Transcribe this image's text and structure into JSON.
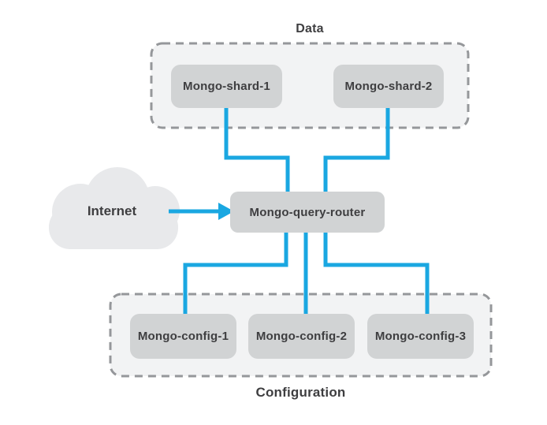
{
  "colors": {
    "accent_blue": "#1aa7e1",
    "node_fill": "#d1d3d4",
    "node_text": "#3e3e40",
    "group_fill": "#f2f3f4",
    "group_border": "#95979a",
    "cloud_fill": "#e8e9eb",
    "background": "#ffffff"
  },
  "groups": {
    "data": {
      "label": "Data",
      "nodes": [
        {
          "label": "Mongo-shard-1"
        },
        {
          "label": "Mongo-shard-2"
        }
      ]
    },
    "configuration": {
      "label": "Configuration",
      "nodes": [
        {
          "label": "Mongo-config-1"
        },
        {
          "label": "Mongo-config-2"
        },
        {
          "label": "Mongo-config-3"
        }
      ]
    }
  },
  "router": {
    "label": "Mongo-query-router"
  },
  "internet": {
    "label": "Internet"
  }
}
